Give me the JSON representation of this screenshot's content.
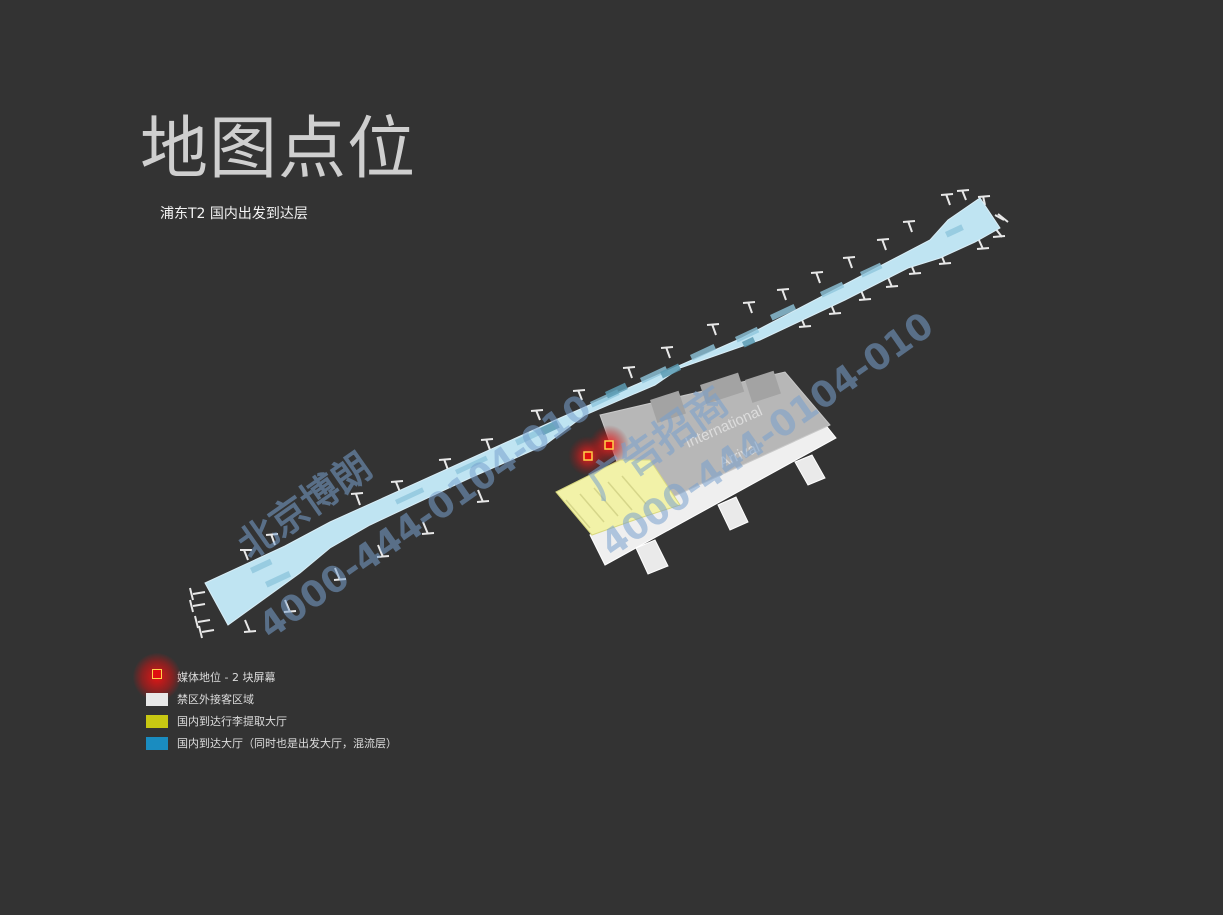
{
  "header": {
    "title": "地图点位",
    "subtitle": "浦东T2 国内出发到达层"
  },
  "map": {
    "building_label_line1": "International",
    "building_label_line2": "Arrival",
    "media_markers_count": 2
  },
  "legend": {
    "items": [
      {
        "label": "媒体地位 - 2 块屏幕",
        "kind": "marker",
        "color": "#e01010"
      },
      {
        "label": "禁区外接客区域",
        "kind": "swatch",
        "color": "#e8e8e8"
      },
      {
        "label": "国内到达行李提取大厅",
        "kind": "swatch",
        "color": "#c8c812"
      },
      {
        "label": "国内到达大厅（同时也是出发大厅，混流层）",
        "kind": "swatch",
        "color": "#1a8cc0"
      }
    ]
  },
  "watermark": {
    "company_1": "广告招商",
    "company_2": "北京博朗",
    "phone": "4000-444-0104-010"
  },
  "colors": {
    "background": "#333333",
    "concourse": "#bfe4f2",
    "baggage_hall": "#f2f2a8",
    "international_hall": "#b7b7b7",
    "pickup_area": "#efefef"
  }
}
